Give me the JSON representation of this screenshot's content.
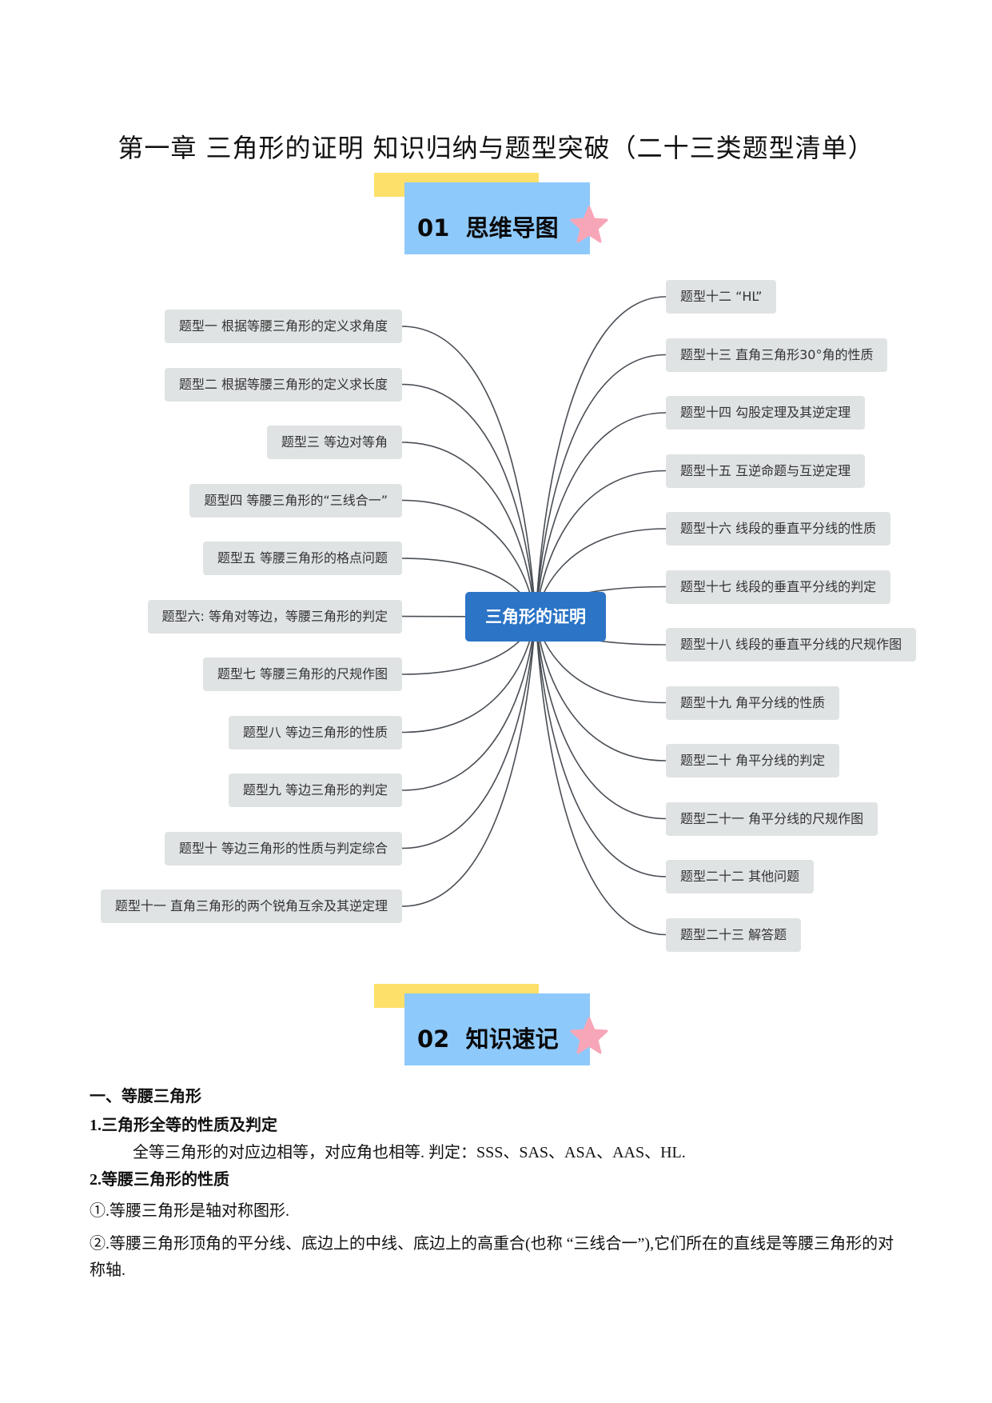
{
  "title": "第一章  三角形的证明  知识归纳与题型突破（二十三类题型清单）",
  "section1": {
    "number": "01",
    "label": "思维导图"
  },
  "section2": {
    "number": "02",
    "label": "知识速记"
  },
  "mindmap": {
    "center": "三角形的证明",
    "left": [
      "题型一 根据等腰三角形的定义求角度",
      "题型二 根据等腰三角形的定义求长度",
      "题型三 等边对等角",
      "题型四 等腰三角形的“三线合一”",
      "题型五 等腰三角形的格点问题",
      "题型六: 等角对等边，等腰三角形的判定",
      "题型七 等腰三角形的尺规作图",
      "题型八 等边三角形的性质",
      "题型九 等边三角形的判定",
      "题型十 等边三角形的性质与判定综合",
      "题型十一 直角三角形的两个锐角互余及其逆定理"
    ],
    "right": [
      "题型十二  “HL”",
      "题型十三 直角三角形30°角的性质",
      "题型十四 勾股定理及其逆定理",
      "题型十五 互逆命题与互逆定理",
      "题型十六 线段的垂直平分线的性质",
      "题型十七 线段的垂直平分线的判定",
      "题型十八 线段的垂直平分线的尺规作图",
      "题型十九 角平分线的性质",
      "题型二十 角平分线的判定",
      "题型二十一 角平分线的尺规作图",
      "题型二十二 其他问题",
      "题型二十三 解答题"
    ]
  },
  "knowledge": {
    "h1": "一、等腰三角形",
    "s1_title": "1.三角形全等的性质及判定",
    "s1_text": "全等三角形的对应边相等，对应角也相等. 判定：SSS、SAS、ASA、AAS、HL.",
    "s2_title": "2.等腰三角形的性质",
    "s2_item1": "①.等腰三角形是轴对称图形.",
    "s2_item2": "②.等腰三角形顶角的平分线、底边上的中线、底边上的高重合(也称  “三线合一”),它们所在的直线是等腰三角形的对称轴."
  },
  "colors": {
    "center_fill": "#2b74c6",
    "node_fill": "#dfe3e4",
    "banner_yellow": "#fde06a",
    "banner_blue": "#8ec9fb",
    "star": "#f7a6b8"
  }
}
